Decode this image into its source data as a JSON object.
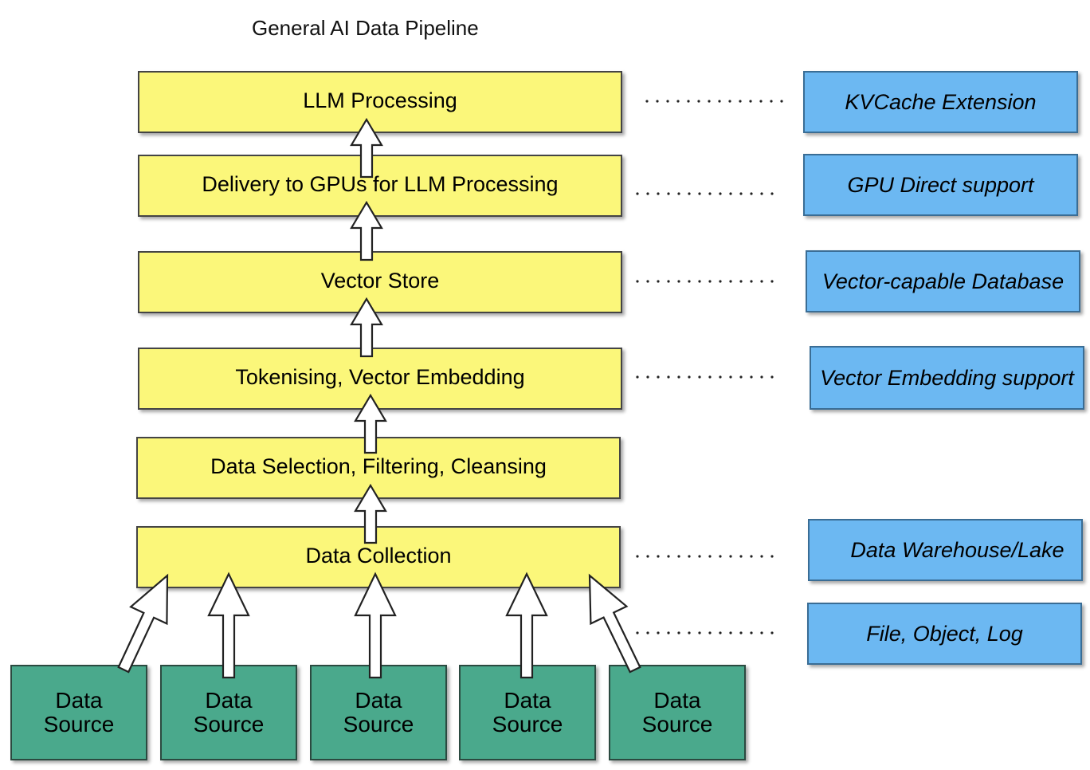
{
  "title": "General AI Data Pipeline",
  "stages": [
    "LLM Processing",
    "Delivery to GPUs for LLM Processing",
    "Vector Store",
    "Tokenising, Vector Embedding",
    "Data Selection, Filtering, Cleansing",
    "Data Collection"
  ],
  "supports": [
    "KVCache Extension",
    "GPU Direct support",
    "Vector-capable Database",
    "Vector Embedding support",
    "Data Warehouse/Lake",
    "File, Object, Log"
  ],
  "sources": [
    {
      "line1": "Data",
      "line2": "Source"
    },
    {
      "line1": "Data",
      "line2": "Source"
    },
    {
      "line1": "Data",
      "line2": "Source"
    },
    {
      "line1": "Data",
      "line2": "Source"
    },
    {
      "line1": "Data",
      "line2": "Source"
    }
  ],
  "colors": {
    "stage_fill": "#fbf77a",
    "support_fill": "#6cb8f2",
    "source_fill": "#4aa98c"
  }
}
